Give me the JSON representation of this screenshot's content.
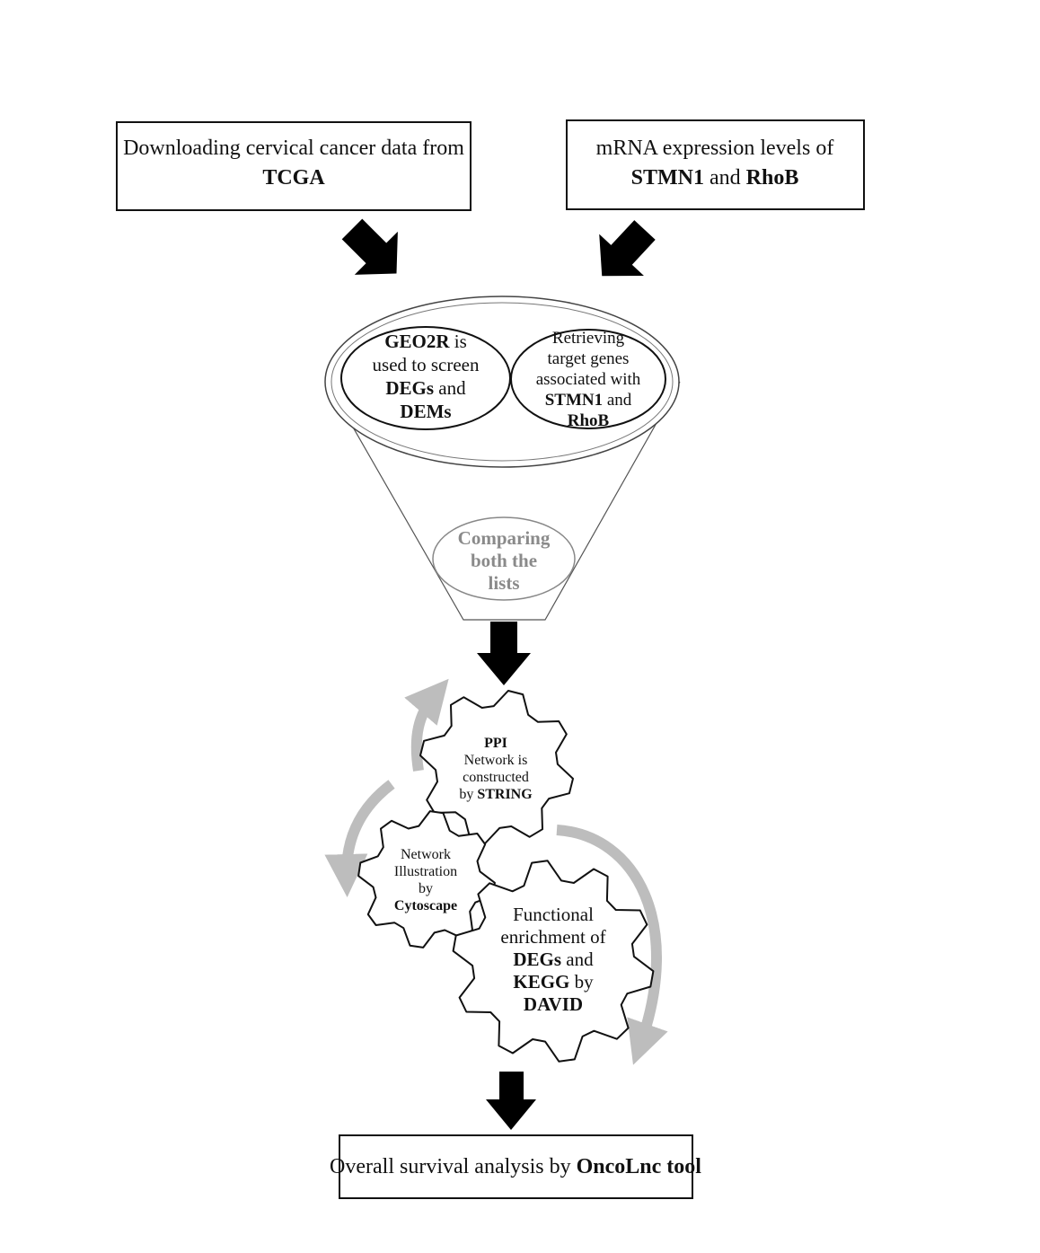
{
  "box_tcga": {
    "line1": "Downloading cervical cancer data from",
    "line2": "TCGA"
  },
  "box_mrna": {
    "line1": "mRNA expression levels of",
    "gene1": "STMN1",
    "and": "and",
    "gene2": "RhoB"
  },
  "funnel": {
    "left": {
      "l1": "GEO2R",
      "l1b": "is",
      "l2": "used to screen",
      "l3": "DEGs",
      "l3b": "and",
      "l4": "DEMs"
    },
    "right": {
      "l1": "Retrieving",
      "l2": "target genes",
      "l3": "associated with",
      "l4": "STMN1",
      "l4b": "and",
      "l5": "RhoB"
    },
    "compare": {
      "l1": "Comparing",
      "l2": "both the",
      "l3": "lists"
    }
  },
  "gears": {
    "ppi": {
      "l1": "PPI",
      "l2": "Network is",
      "l3": "constructed",
      "l4a": "by",
      "l4": "STRING"
    },
    "cytoscape": {
      "l1": "Network",
      "l2": "Illustration",
      "l3": "by",
      "l4": "Cytoscape"
    },
    "david": {
      "l1": "Functional",
      "l2": "enrichment of",
      "l3": "DEGs",
      "l3b": "and",
      "l4": "KEGG",
      "l4b": "by",
      "l5": "DAVID"
    }
  },
  "box_survival": {
    "text": "Overall survival analysis by",
    "tool": "OncoLnc tool"
  },
  "colors": {
    "arrow": "#000000",
    "cycle_arrow": "#bdbdbd",
    "funnel_line": "#555555"
  }
}
